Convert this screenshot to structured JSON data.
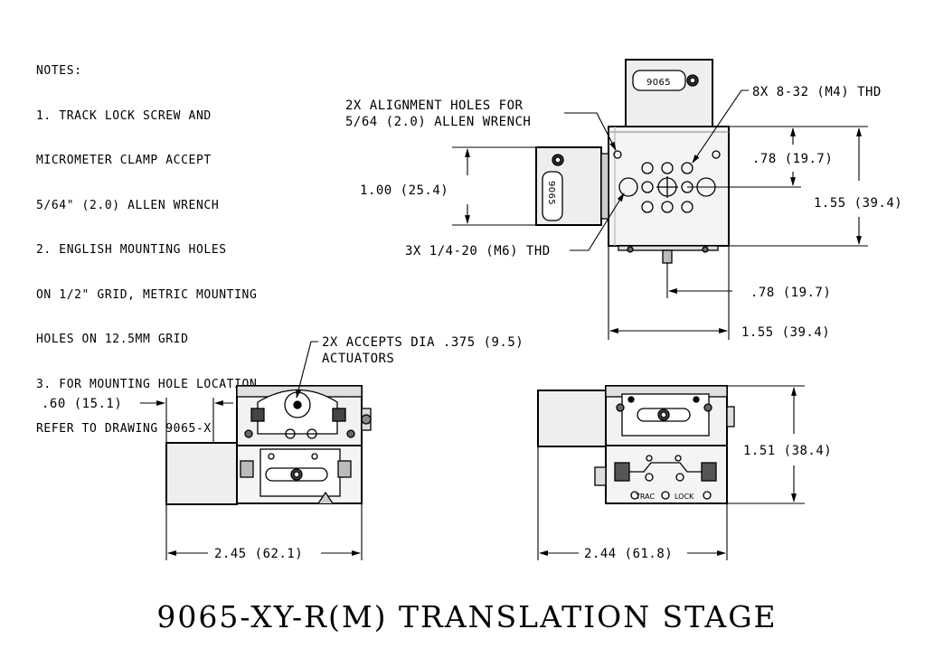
{
  "notes": {
    "header": "NOTES:",
    "items": [
      "1. TRACK LOCK SCREW AND",
      "MICROMETER CLAMP ACCEPT",
      "5/64\" (2.0) ALLEN WRENCH",
      "2. ENGLISH MOUNTING HOLES",
      "ON 1/2\" GRID, METRIC MOUNTING",
      "HOLES ON 12.5MM GRID",
      "3. FOR MOUNTING HOLE LOCATION",
      "REFER TO DRAWING 9065-X"
    ]
  },
  "callouts": {
    "alignment_line1": "2X ALIGNMENT HOLES FOR",
    "alignment_line2": "5/64 (2.0) ALLEN WRENCH",
    "thd_8x": "8X 8-32 (M4) THD",
    "thd_3x": "3X 1/4-20 (M6) THD",
    "actuators_line1": "2X ACCEPTS DIA .375 (9.5)",
    "actuators_line2": "ACTUATORS"
  },
  "dimensions": {
    "top_height_left": "1.00 (25.4)",
    "top_right_offset": ".78 (19.7)",
    "top_right_height": "1.55 (39.4)",
    "top_bottom_offset": ".78 (19.7)",
    "top_width": "1.55 (39.4)",
    "left_offset": ".60 (15.1)",
    "left_width": "2.45 (62.1)",
    "right_height": "1.51 (38.4)",
    "right_width": "2.44 (61.8)"
  },
  "device_labels": {
    "logo_top": "9065",
    "logo_side": "9065",
    "trac": "TRAC",
    "lock": "LOCK"
  },
  "title": "9065-XY-R(M) TRANSLATION STAGE"
}
